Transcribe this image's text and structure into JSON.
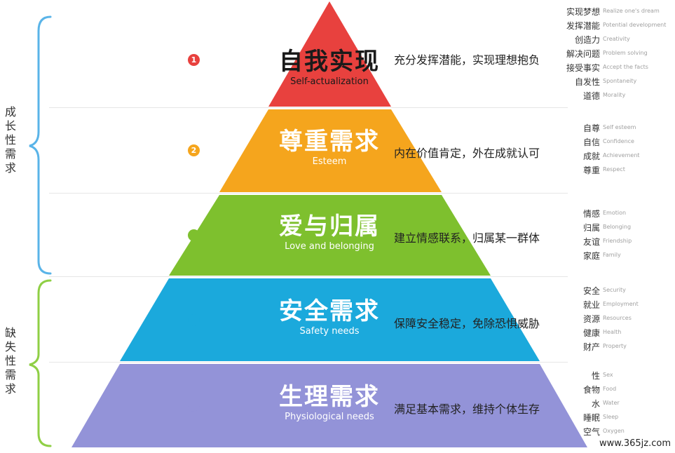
{
  "categories": [
    {
      "label": "成长性需求",
      "color": "#5ab4e8"
    },
    {
      "label": "缺失性需求",
      "color": "#8fcf45"
    }
  ],
  "layers": [
    {
      "number": "1",
      "title": "自我实现",
      "subtitle": "Self-actualization",
      "description": "充分发挥潜能，实现理想抱负",
      "color": "#e8413e",
      "text_color": "#1a1a1a",
      "subtitle_color": "#1a1a1a",
      "items": [
        {
          "zh": "实现梦想",
          "en": "Realize one's dream"
        },
        {
          "zh": "发挥潜能",
          "en": "Potential development"
        },
        {
          "zh": "创造力",
          "en": "Creativity"
        },
        {
          "zh": "解决问题",
          "en": "Problem solving"
        },
        {
          "zh": "接受事实",
          "en": "Accept the facts"
        },
        {
          "zh": "自发性",
          "en": "Spontaneity"
        },
        {
          "zh": "道德",
          "en": "Morality"
        }
      ]
    },
    {
      "number": "2",
      "title": "尊重需求",
      "subtitle": "Esteem",
      "description": "内在价值肯定，外在成就认可",
      "color": "#f5a51d",
      "text_color": "#ffffff",
      "subtitle_color": "#ffffff",
      "items": [
        {
          "zh": "自尊",
          "en": "Self esteem"
        },
        {
          "zh": "自信",
          "en": "Confidence"
        },
        {
          "zh": "成就",
          "en": "Achievement"
        },
        {
          "zh": "尊重",
          "en": "Respect"
        }
      ]
    },
    {
      "number": "",
      "title": "爱与归属",
      "subtitle": "Love and belonging",
      "description": "建立情感联系，归属某一群体",
      "color": "#7ec02e",
      "text_color": "#ffffff",
      "subtitle_color": "#ffffff",
      "items": [
        {
          "zh": "情感",
          "en": "Emotion"
        },
        {
          "zh": "归属",
          "en": "Belonging"
        },
        {
          "zh": "友谊",
          "en": "Friendship"
        },
        {
          "zh": "家庭",
          "en": "Family"
        }
      ]
    },
    {
      "number": "",
      "title": "安全需求",
      "subtitle": "Safety needs",
      "description": "保障安全稳定，免除恐惧威胁",
      "color": "#1ba9dc",
      "text_color": "#ffffff",
      "subtitle_color": "#ffffff",
      "items": [
        {
          "zh": "安全",
          "en": "Security"
        },
        {
          "zh": "就业",
          "en": "Employment"
        },
        {
          "zh": "资源",
          "en": "Resources"
        },
        {
          "zh": "健康",
          "en": "Health"
        },
        {
          "zh": "财产",
          "en": "Property"
        }
      ]
    },
    {
      "number": "",
      "title": "生理需求",
      "subtitle": "Physiological needs",
      "description": "满足基本需求，维持个体生存",
      "color": "#9393d8",
      "text_color": "#ffffff",
      "subtitle_color": "#ffffff",
      "items": [
        {
          "zh": "性",
          "en": "Sex"
        },
        {
          "zh": "食物",
          "en": "Food"
        },
        {
          "zh": "水",
          "en": "Water"
        },
        {
          "zh": "睡眠",
          "en": "Sleep"
        },
        {
          "zh": "空气",
          "en": "Oxygen"
        }
      ]
    }
  ],
  "watermark": "www.365jz.com"
}
